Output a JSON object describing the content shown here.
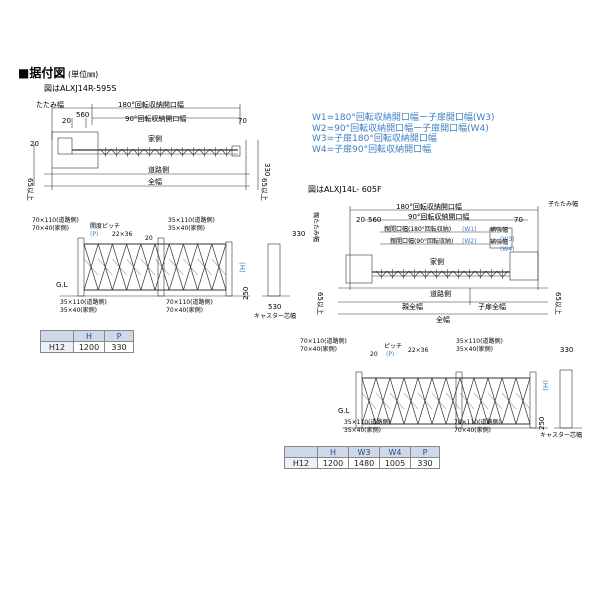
{
  "heading": {
    "title": "■据付図",
    "unit": "(単位㎜)"
  },
  "models": {
    "a": "図はALXJ14R-595S",
    "b": "図はALXJ14L- 605F"
  },
  "legend": [
    "W1=180°回転収納開口幅ー子扉開口幅(W3)",
    "W2=90°回転収納開口幅ー子扉開口幅(W4)",
    "W3=子扉180°回転収納開口幅",
    "W4=子扉90°回転収納開口幅"
  ],
  "planA": {
    "tatami": "たたみ幅",
    "open180": "180°回転収納開口幅",
    "open90": "90°回転収納開口幅",
    "house": "家側",
    "road": "道路側",
    "total": "全幅",
    "d20": "20",
    "d560": "560",
    "d70": "70",
    "d330": "330",
    "d65": "65以上"
  },
  "elevA": {
    "post_l_road": "70×110(道路側)",
    "post_l_house": "70×40(家側)",
    "pitch": "開度ピッチ",
    "p": "(P)",
    "size": "22×36",
    "d20": "20",
    "post_r_road": "35×110(道路側)",
    "post_r_house": "35×40(家側)",
    "bot_l_road": "35×110(道路側)",
    "bot_l_house": "35×40(家側)",
    "bot_r_road": "70×110(道路側)",
    "bot_r_house": "70×40(家側)",
    "gl": "G.L",
    "h": "(H)",
    "d250": "250",
    "d330": "330",
    "d530": "530",
    "caster": "キャスター芯幅"
  },
  "tableA": {
    "headers": [
      "",
      "H",
      "P"
    ],
    "rows": [
      [
        "H12",
        "1200",
        "330"
      ]
    ]
  },
  "planB": {
    "oya": "親たたみ幅",
    "ko": "子たたみ幅",
    "open180": "180°回転収納開口幅",
    "open90": "90°回転収納開口幅",
    "oyaopen180": "親開口幅(180°回転収納)",
    "oyaopen90": "親開口幅(90°回転収納)",
    "w1": "(W1)",
    "w2": "(W2)",
    "w3": "(W3)",
    "w4": "(W4)",
    "hosei": "補強幅",
    "house": "家側",
    "road": "道路側",
    "oyazen": "親全幅",
    "kozen": "子扉全幅",
    "total": "全幅",
    "d20": "20",
    "d560": "560",
    "d70": "70",
    "d65": "65以上"
  },
  "elevB": {
    "top_l_road": "70×110(道路側)",
    "top_l_house": "70×40(家側)",
    "pitch": "ピッチ",
    "p": "(P)",
    "size": "22×36",
    "d20": "20",
    "top_r_road": "35×110(道路側)",
    "top_r_house": "35×40(家側)",
    "bot_l_road": "35×110(道路側)",
    "bot_l_house": "35×40(家側)",
    "bot_r_road": "70×110(道路側)",
    "bot_r_house": "70×40(家側)",
    "gl": "G.L",
    "h": "(H)",
    "d250": "250",
    "d330": "330",
    "caster": "キャスター芯幅"
  },
  "tableB": {
    "headers": [
      "",
      "H",
      "W3",
      "W4",
      "P"
    ],
    "rows": [
      [
        "H12",
        "1200",
        "1480",
        "1005",
        "330"
      ]
    ]
  }
}
